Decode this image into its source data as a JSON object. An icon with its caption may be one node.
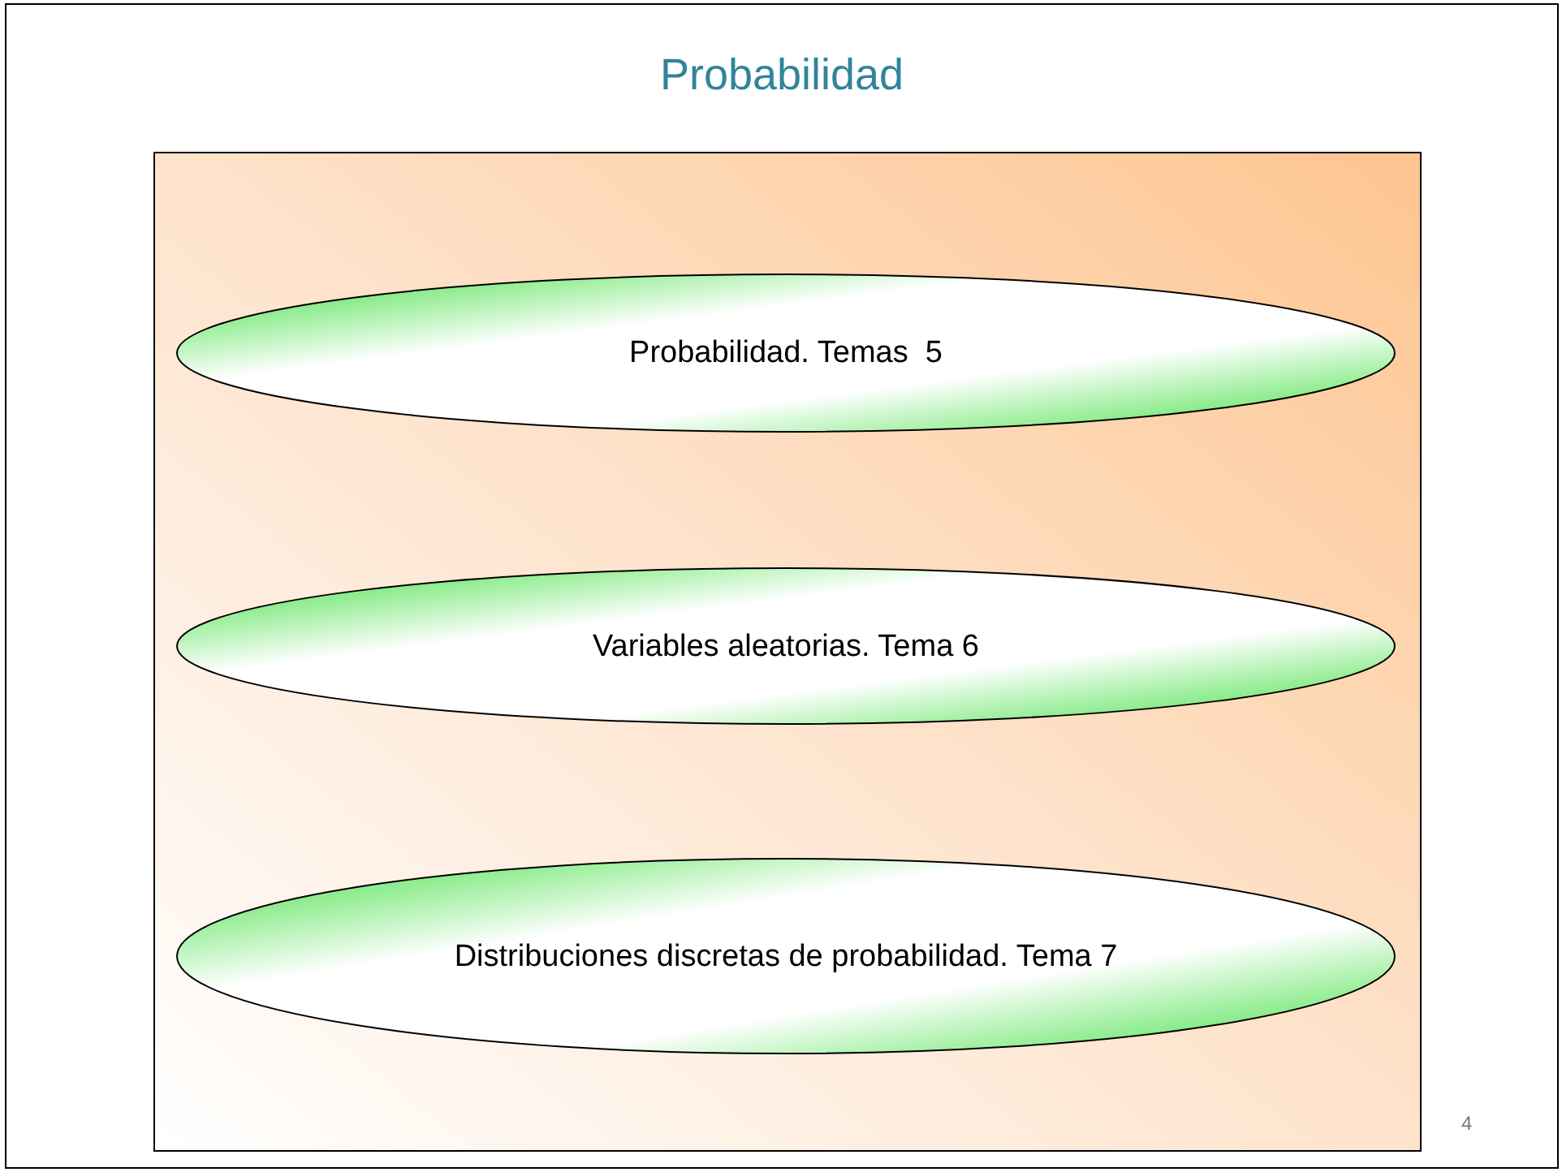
{
  "diagram": {
    "title": "Probabilidad",
    "nodes": [
      {
        "text": [],
        "shape": "box"
      },
      {
        "text": [
          "Probabilidad. Temas  5"
        ],
        "in": 0
      },
      {
        "text": [
          "Variables aleatorias. Tema 6"
        ],
        "in": 0
      },
      {
        "text": [
          "Distribuciones discretas de probabilidad. Tema 7"
        ],
        "in": 0
      }
    ],
    "labels": [
      "4"
    ]
  }
}
